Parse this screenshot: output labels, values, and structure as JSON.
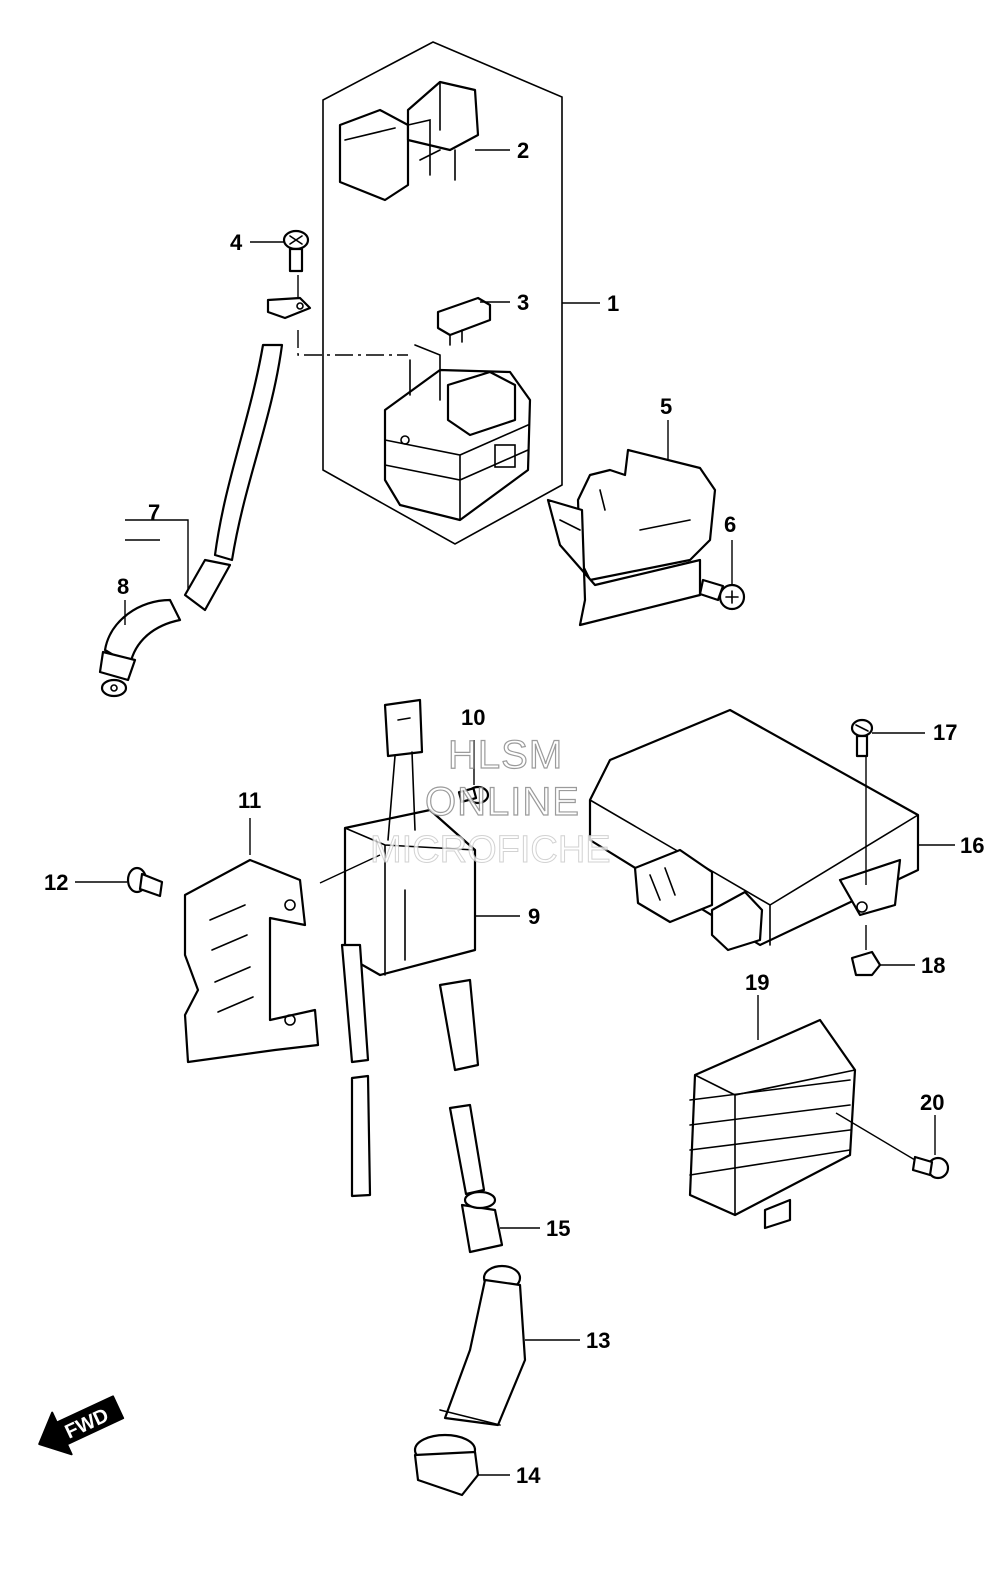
{
  "callouts": [
    "1",
    "2",
    "3",
    "4",
    "5",
    "6",
    "7",
    "8",
    "9",
    "10",
    "11",
    "12",
    "13",
    "14",
    "15",
    "16",
    "17",
    "18",
    "19",
    "20"
  ],
  "watermark": {
    "line1": "HLSM",
    "line2": "ONLINE",
    "line3": "MICROFICHE"
  },
  "fwd_label": "FWD",
  "colors": {
    "ink": "#000000",
    "paper": "#ffffff",
    "watermark": "#8a8a8a"
  }
}
